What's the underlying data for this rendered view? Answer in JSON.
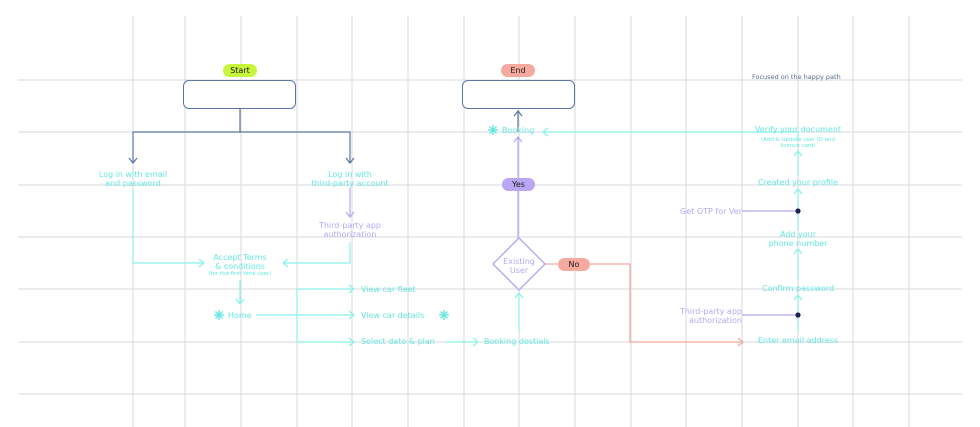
{
  "colors": {
    "grid": "#d9d9df",
    "start_pill": "#c6f53a",
    "end_pill": "#f5a99f",
    "yes_pill": "#b9a6f5",
    "no_pill": "#f5a99f",
    "flow_cyan": "#8bf0ea",
    "flow_purple": "#b8a8f2",
    "flow_navy": "#5b76a3",
    "flow_red": "#f0a89c"
  },
  "start_label": "Start",
  "end_label": "End",
  "note": "Focused on the happy path",
  "nodes": {
    "login_email": "Log in with email\nand password",
    "login_third": "Log in with\nthird-party account",
    "third_party_auth_left": "Third-party app\nauthorization",
    "accept_terms": "Accept Terms\n& conditions",
    "accept_terms_note": "(for the first time user)",
    "home": "Home",
    "view_car_fleet": "View car fleet",
    "view_car_details": "View car details",
    "select_date_plan": "Select date & plan",
    "booking_details": "Booking destials",
    "existing_user": "Existing\nUser",
    "yes": "Yes",
    "no": "No",
    "booking": "Booking",
    "verify_document": "Verify your document",
    "verify_note": "(Add & Update user ID and\nlicence card)",
    "created_profile": "Created your profile",
    "get_otp": "Get OTP for Ver",
    "add_phone": "Add your\nphone number",
    "confirm_password": "Confirm password",
    "third_party_auth_right": "Third-party app\nauthorization",
    "enter_email": "Enter email address"
  }
}
